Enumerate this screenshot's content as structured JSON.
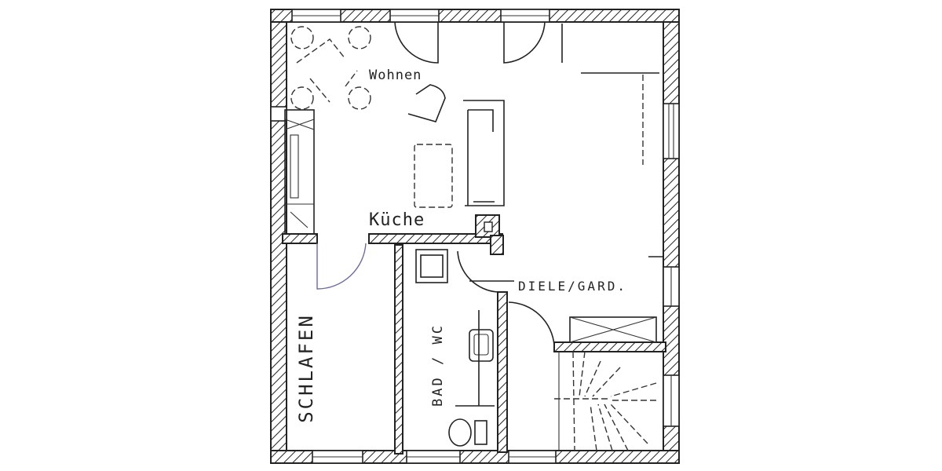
{
  "plan": {
    "rooms": [
      {
        "id": "wohnen",
        "label": "Wohnen"
      },
      {
        "id": "kueche",
        "label": "Küche"
      },
      {
        "id": "schlafen",
        "label": "SCHLAFEN"
      },
      {
        "id": "bad",
        "label": "BAD / WC"
      },
      {
        "id": "diele",
        "label": "DIELE/GARD."
      }
    ],
    "colors": {
      "line": "#222222",
      "background": "#ffffff",
      "door_swing_schlafen": "#6a6aa8"
    }
  }
}
